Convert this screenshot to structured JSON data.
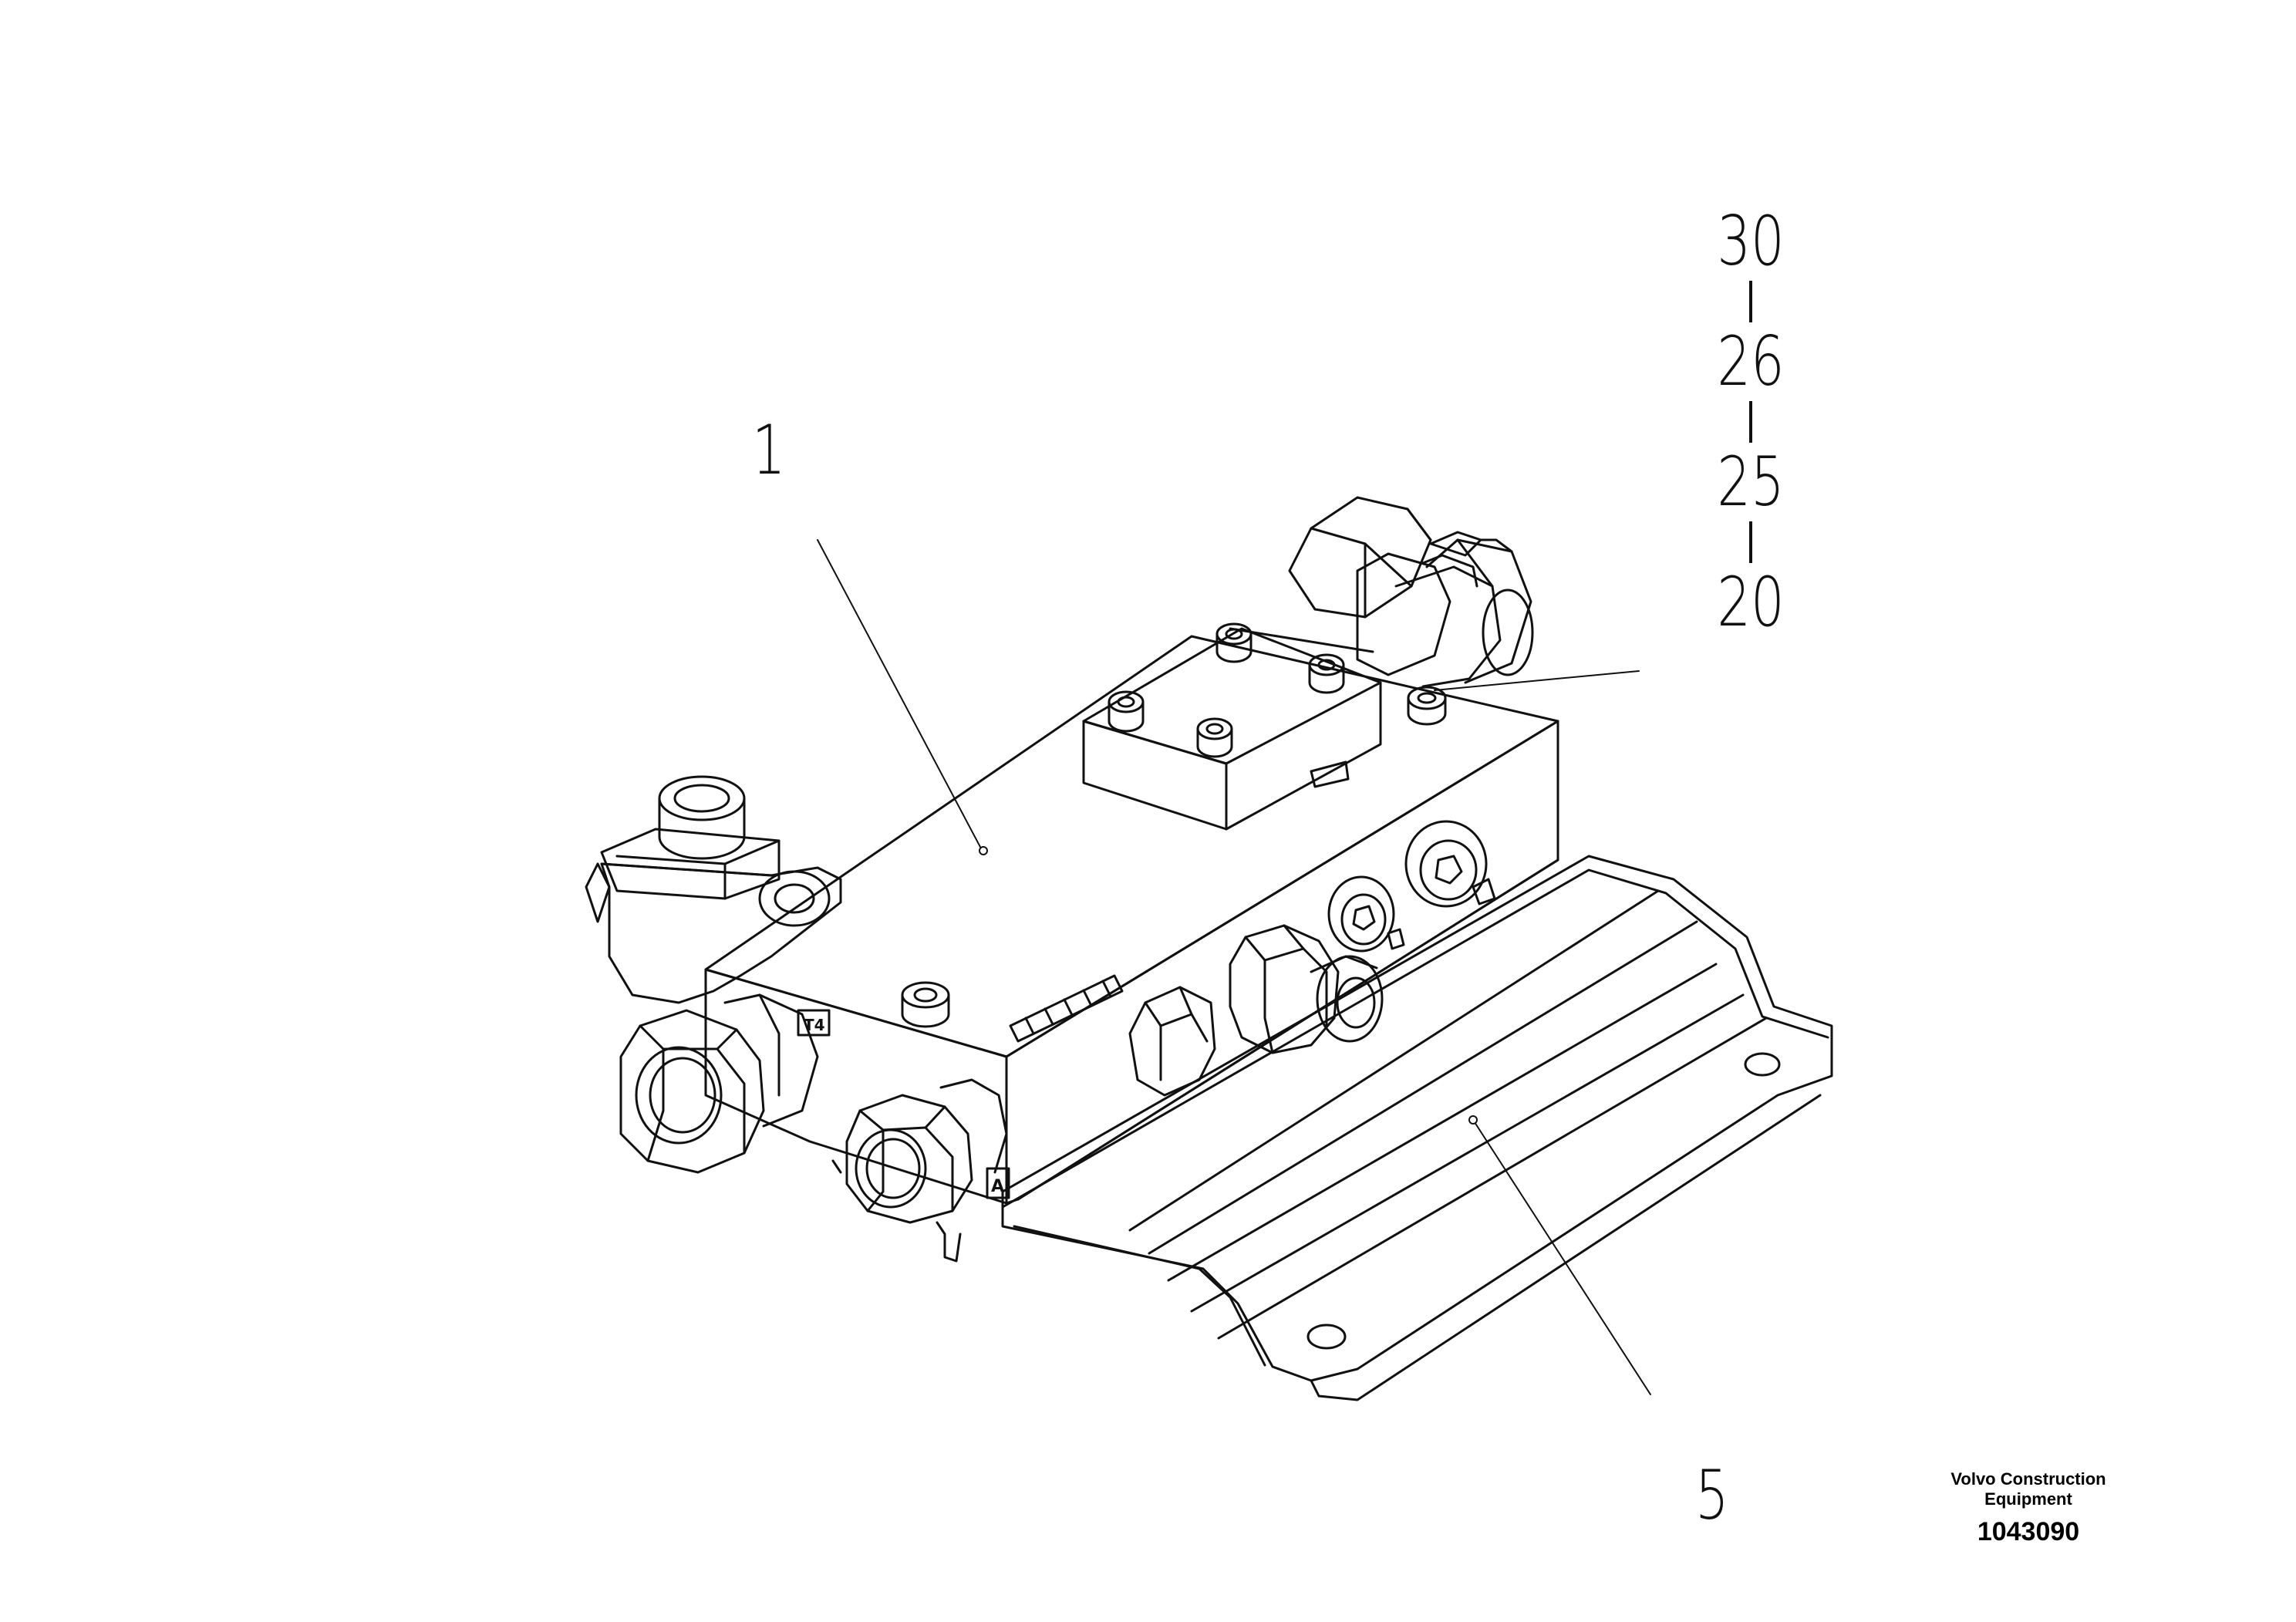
{
  "callouts": {
    "part_1": "1",
    "part_5": "5",
    "stack": [
      "30",
      "26",
      "25",
      "20"
    ]
  },
  "port_labels": {
    "t4": "T4",
    "a": "A"
  },
  "footer": {
    "company_line1": "Volvo Construction",
    "company_line2": "Equipment",
    "drawing_number": "1043090"
  }
}
